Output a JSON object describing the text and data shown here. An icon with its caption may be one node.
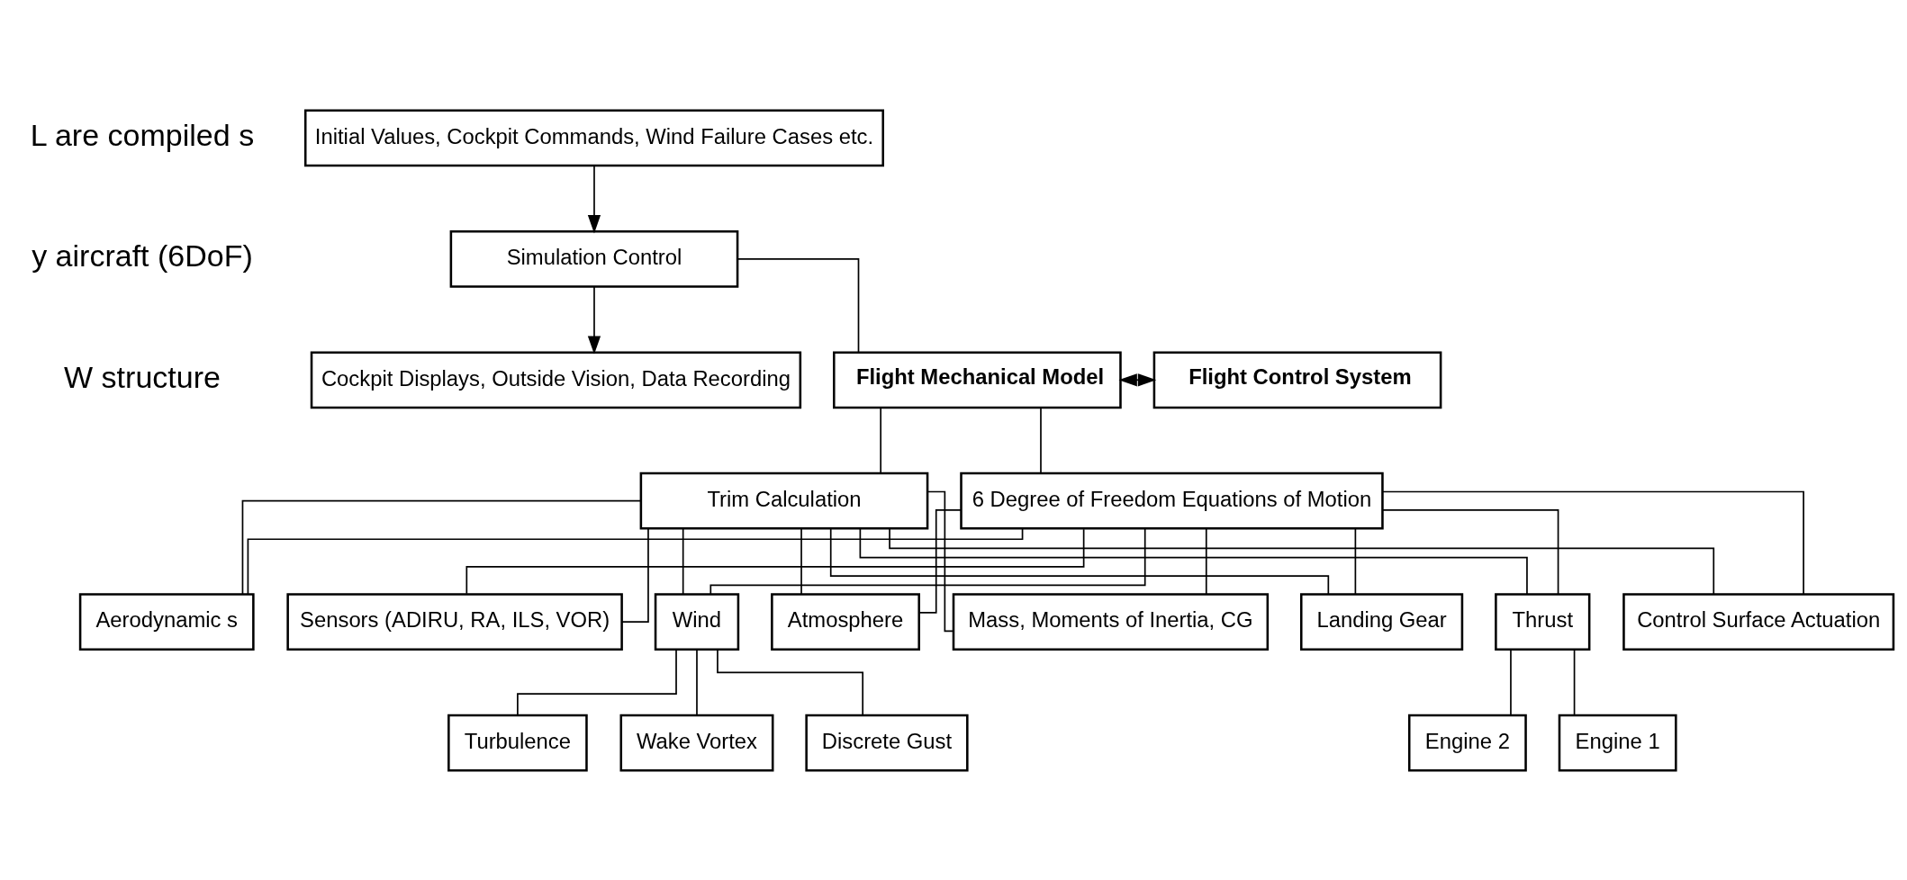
{
  "diagram": {
    "nodes": [
      {
        "text": [
          "Initial Values, Cockpit Commands, Wind Failure Cases etc."
        ]
      },
      {
        "text": [
          "Simulation Control"
        ]
      },
      {
        "text": [
          "Cockpit Displays, Outside Vision, Data Recording"
        ]
      },
      {
        "text": [
          "Flight Mechanical Model"
        ]
      },
      {
        "text": [
          "Flight Control System"
        ]
      },
      {
        "text": [
          "Trim Calculation"
        ]
      },
      {
        "text": [
          "6 Degree of Freedom Equations of Motion"
        ]
      },
      {
        "text": [
          "Wind"
        ]
      },
      {
        "text": [
          "Atmosphere"
        ]
      },
      {
        "text": [
          "Mass, Moments of Inertia, CG"
        ]
      },
      {
        "text": [
          "Landing Gear"
        ]
      },
      {
        "text": [
          "Thrust"
        ]
      },
      {
        "text": [
          "Control Surface Actuation"
        ]
      },
      {
        "text": [
          "Aerodynamic s"
        ]
      },
      {
        "text": [
          "Sensors (ADIRU, RA, ILS, VOR)"
        ]
      },
      {
        "text": [
          "Turbulence"
        ]
      },
      {
        "text": [
          "Wake Vortex"
        ]
      },
      {
        "text": [
          "Discrete Gust"
        ]
      },
      {
        "text": [
          "Engine 1"
        ]
      },
      {
        "text": [
          "Engine 2"
        ]
      }
    ],
    "edges": [
      {
        "from": 0,
        "to": 1,
        "arrow": "to"
      },
      {
        "from": 1,
        "to": 2,
        "arrow": "to"
      },
      {
        "from": 1,
        "to": 3,
        "arrow": "none"
      },
      {
        "from": 3,
        "to": 4,
        "arrow": "both"
      },
      {
        "from": 3,
        "to": 5,
        "arrow": "none"
      },
      {
        "from": 3,
        "to": 6,
        "arrow": "none"
      },
      {
        "from": 5,
        "to": 7,
        "arrow": "none"
      },
      {
        "from": 5,
        "to": 8,
        "arrow": "none"
      },
      {
        "from": 5,
        "to": 9,
        "arrow": "none"
      },
      {
        "from": 5,
        "to": 10,
        "arrow": "none"
      },
      {
        "from": 5,
        "to": 11,
        "arrow": "none"
      },
      {
        "from": 5,
        "to": 12,
        "arrow": "none"
      },
      {
        "from": 5,
        "to": 13,
        "arrow": "none"
      },
      {
        "from": 5,
        "to": 14,
        "arrow": "none"
      },
      {
        "from": 6,
        "to": 7,
        "arrow": "none"
      },
      {
        "from": 6,
        "to": 8,
        "arrow": "none"
      },
      {
        "from": 6,
        "to": 9,
        "arrow": "none"
      },
      {
        "from": 6,
        "to": 10,
        "arrow": "none"
      },
      {
        "from": 6,
        "to": 11,
        "arrow": "none"
      },
      {
        "from": 6,
        "to": 12,
        "arrow": "none"
      },
      {
        "from": 6,
        "to": 13,
        "arrow": "none"
      },
      {
        "from": 6,
        "to": 14,
        "arrow": "none"
      },
      {
        "from": 7,
        "to": 15,
        "arrow": "none"
      },
      {
        "from": 7,
        "to": 16,
        "arrow": "none"
      },
      {
        "from": 7,
        "to": 17,
        "arrow": "none"
      },
      {
        "from": 11,
        "to": 18,
        "arrow": "none"
      },
      {
        "from": 11,
        "to": 19,
        "arrow": "none"
      }
    ],
    "labels": [
      "L are compiled s",
      "y aircraft (6DoF)",
      "W structure"
    ]
  }
}
